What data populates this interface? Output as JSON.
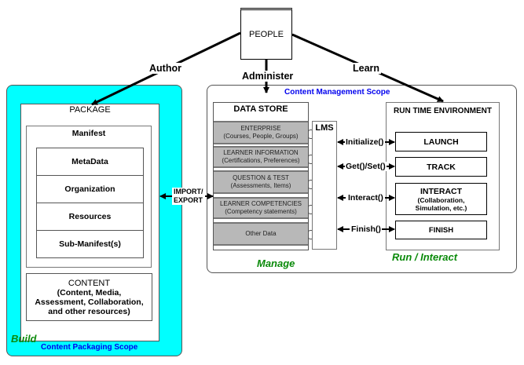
{
  "people": {
    "label": "PEOPLE"
  },
  "edges": {
    "author": "Author",
    "administer": "Administer",
    "learn": "Learn"
  },
  "build_scope": {
    "label": "Build",
    "scope_label": "Content Packaging Scope",
    "package": {
      "title": "PACKAGE",
      "manifest": {
        "title": "Manifest",
        "items": [
          "MetaData",
          "Organization",
          "Resources",
          "Sub-Manifest(s)"
        ]
      },
      "content": {
        "title": "CONTENT",
        "lines": [
          "(Content, Media,",
          "Assessment,  Collaboration,",
          "and other resources)"
        ]
      }
    }
  },
  "import_export": {
    "line1": "IMPORT/",
    "line2": "EXPORT"
  },
  "management_scope": {
    "scope_label": "Content Management Scope",
    "manage_label": "Manage",
    "run_label": "Run / Interact",
    "data_store": {
      "title": "DATA STORE",
      "items": [
        {
          "title": "ENTERPRISE",
          "detail": "(Courses, People, Groups)"
        },
        {
          "title": "LEARNER INFORMATION",
          "detail": "(Certifications, Preferences)"
        },
        {
          "title": "QUESTION & TEST",
          "detail": "(Assessments, Items)"
        },
        {
          "title": "LEARNER COMPETENCIES",
          "detail": "(Competency statements)"
        },
        {
          "title": "Other Data",
          "detail": ""
        }
      ]
    },
    "lms": {
      "label": "LMS"
    },
    "calls": [
      "Initialize()",
      "Get()/Set()",
      "Interact()",
      "Finish()"
    ],
    "rte": {
      "title": "RUN TIME ENVIRONMENT",
      "items": [
        {
          "title": "LAUNCH",
          "detail": ""
        },
        {
          "title": "TRACK",
          "detail": ""
        },
        {
          "title": "INTERACT",
          "detail": "(Collaboration, Simulation, etc.)"
        },
        {
          "title": "FINISH",
          "detail": ""
        }
      ]
    }
  },
  "colors": {
    "build_bg": "#00ffff",
    "scope_text": "#0000ee",
    "phase_text": "#0a8a0a",
    "data_item_bg": "#b8b8b8"
  }
}
